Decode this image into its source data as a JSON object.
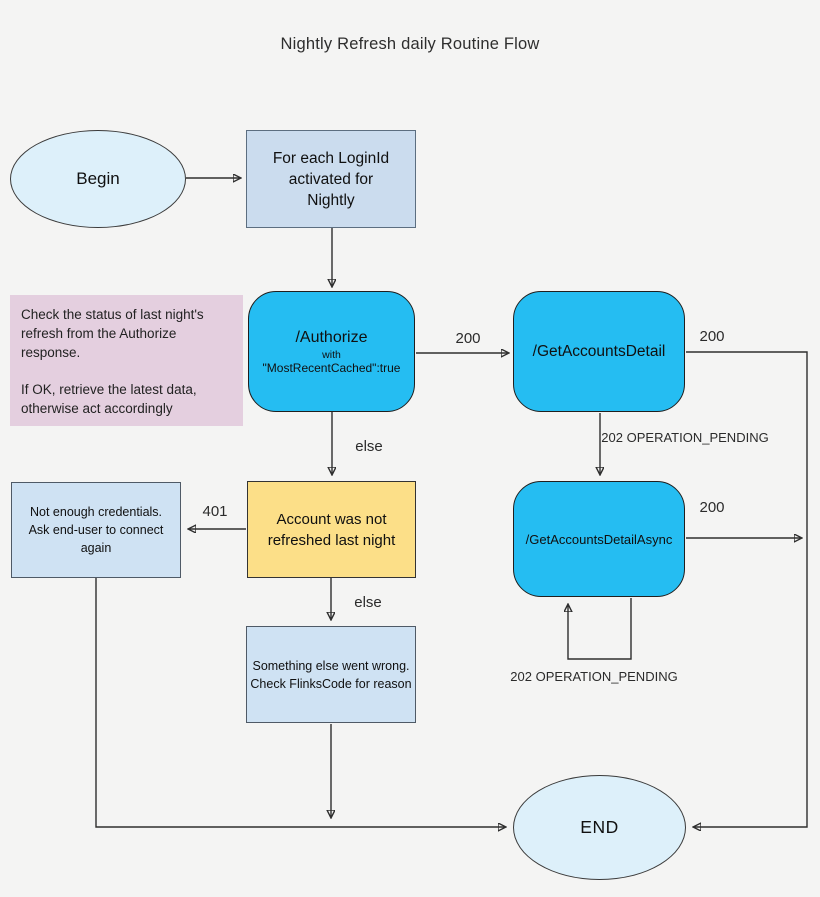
{
  "title": "Nightly Refresh daily Routine Flow",
  "colors": {
    "background": "#f4f4f3",
    "api_node_fill": "#25bdf2",
    "terminal_fill": "#ddf0fa",
    "step_fill": "#cbdcee",
    "info_fill": "#cfe2f3",
    "warning_fill": "#fcdf88",
    "note_fill": "#e4cfdf"
  },
  "nodes": {
    "begin": {
      "label": "Begin"
    },
    "foreach": {
      "lines": [
        "For each LoginId",
        "activated for",
        "Nightly"
      ]
    },
    "note": {
      "p1": [
        "Check the status of last night's",
        "refresh from the Authorize",
        "response."
      ],
      "p2": [
        "If OK, retrieve the latest data,",
        "otherwise act accordingly"
      ]
    },
    "authorize": {
      "title": "/Authorize",
      "sub1": "with",
      "sub2": "\"MostRecentCached\":true"
    },
    "get_accounts_detail": {
      "label": "/GetAccountsDetail"
    },
    "get_accounts_detail_async": {
      "label": "/GetAccountsDetailAsync"
    },
    "not_refreshed": {
      "lines": [
        "Account was not",
        "refreshed last night"
      ]
    },
    "not_enough_credentials": {
      "lines": [
        "Not enough credentials.",
        "Ask end-user to connect",
        "again"
      ]
    },
    "something_else": {
      "lines": [
        "Something else went wrong.",
        "Check FlinksCode for reason"
      ]
    },
    "end": {
      "label": "END"
    }
  },
  "edge_labels": {
    "authorize_to_detail": "200",
    "detail_to_end": "200",
    "detail_to_async": [
      "202",
      "OPERATION_PENDING"
    ],
    "async_to_end": "200",
    "async_self_loop": [
      "202",
      "OPERATION_PENDING"
    ],
    "authorize_else": "else",
    "not_refreshed_401": "401",
    "not_refreshed_else": "else"
  }
}
